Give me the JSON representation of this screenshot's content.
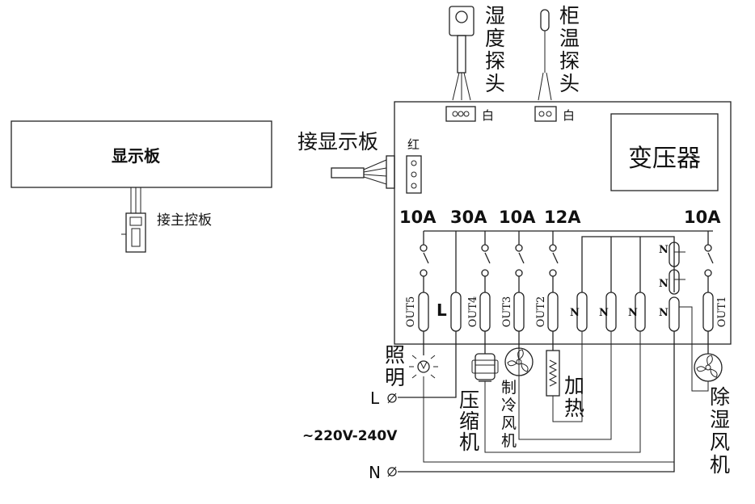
{
  "display_board": {
    "label": "显示板",
    "connector_label": "接主控板"
  },
  "probes": {
    "humidity": {
      "label_chars": [
        "湿",
        "度",
        "探",
        "头"
      ],
      "wire_color": "白"
    },
    "cabinet_temp": {
      "label_chars": [
        "柜",
        "温",
        "探",
        "头"
      ],
      "wire_color": "白"
    }
  },
  "display_connector": {
    "label": "接显示板",
    "color": "红"
  },
  "transformer": {
    "label": "变压器"
  },
  "ratings": [
    "10A",
    "30A",
    "10A",
    "12A",
    "10A"
  ],
  "outputs": [
    "OUT5",
    "L",
    "OUT4",
    "OUT3",
    "OUT2",
    "N",
    "N",
    "N",
    "OUT1"
  ],
  "relay_n_labels": [
    "N",
    "N",
    "N"
  ],
  "loads": {
    "light": {
      "label_chars": [
        "照",
        "明"
      ]
    },
    "compressor": {
      "label_chars": [
        "压",
        "缩",
        "机"
      ]
    },
    "cooling_fan": {
      "label_chars": [
        "制",
        "冷",
        "风",
        "机"
      ]
    },
    "heater": {
      "label_chars": [
        "加",
        "热"
      ]
    },
    "dehumidify_fan": {
      "label_chars": [
        "除",
        "湿",
        "风",
        "机"
      ]
    }
  },
  "power": {
    "L": "L",
    "N": "N",
    "voltage": "~220V-240V"
  }
}
